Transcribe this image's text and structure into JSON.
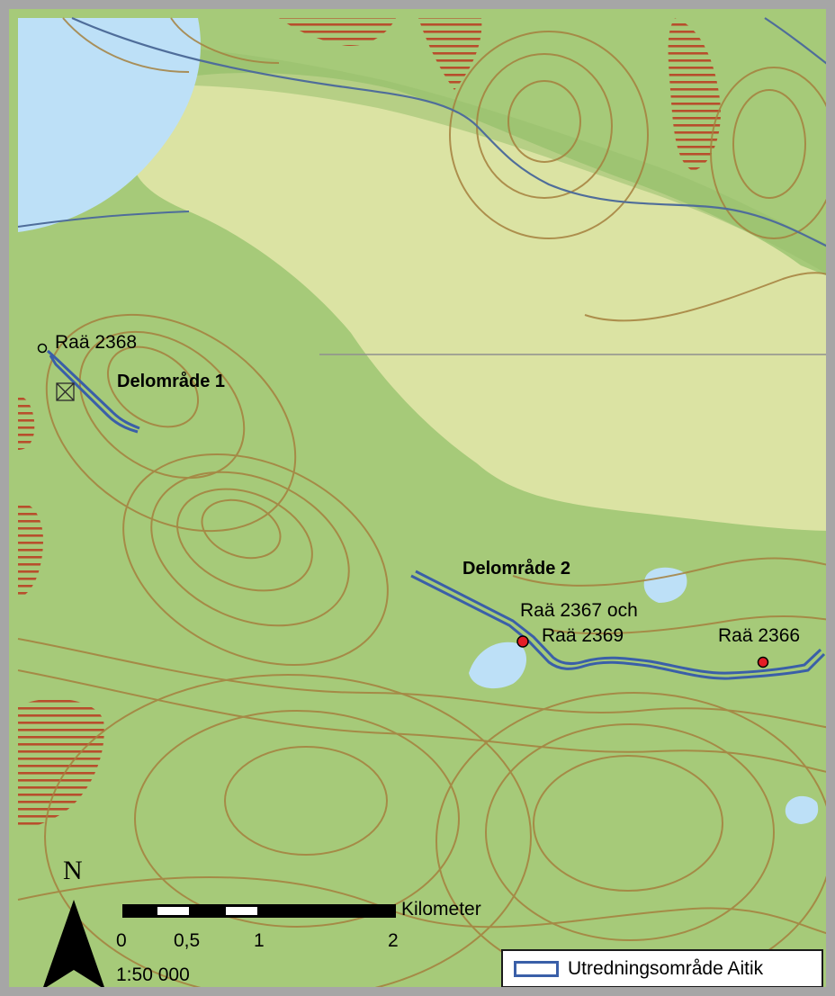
{
  "map": {
    "colors": {
      "forest": "#a6ca79",
      "forest_dark": "#97bf6e",
      "open_land": "#dbe3a3",
      "water": "#bde0f7",
      "contour": "#a5803e",
      "mire_stripe": "#b84e2c",
      "road": "#4f6d9a",
      "study_area": "#3a5fa8",
      "site_red": "#e41e26",
      "site_green": "#9fd07a"
    },
    "area_labels": {
      "delomrade_1": "Delområde 1",
      "delomrade_2": "Delområde 2"
    },
    "sites": {
      "rae_2368": "Raä 2368",
      "rae_2367_line1": "Raä 2367 och",
      "rae_2367_line2": "Raä 2369",
      "rae_2366": "Raä 2366"
    },
    "north_arrow": {
      "letter": "N"
    },
    "scale_bar": {
      "unit": "Kilometer",
      "ticks": [
        "0",
        "0,5",
        "1",
        "2"
      ],
      "ratio": "1:50 000"
    },
    "legend": {
      "label": "Utredningsområde Aitik"
    }
  }
}
